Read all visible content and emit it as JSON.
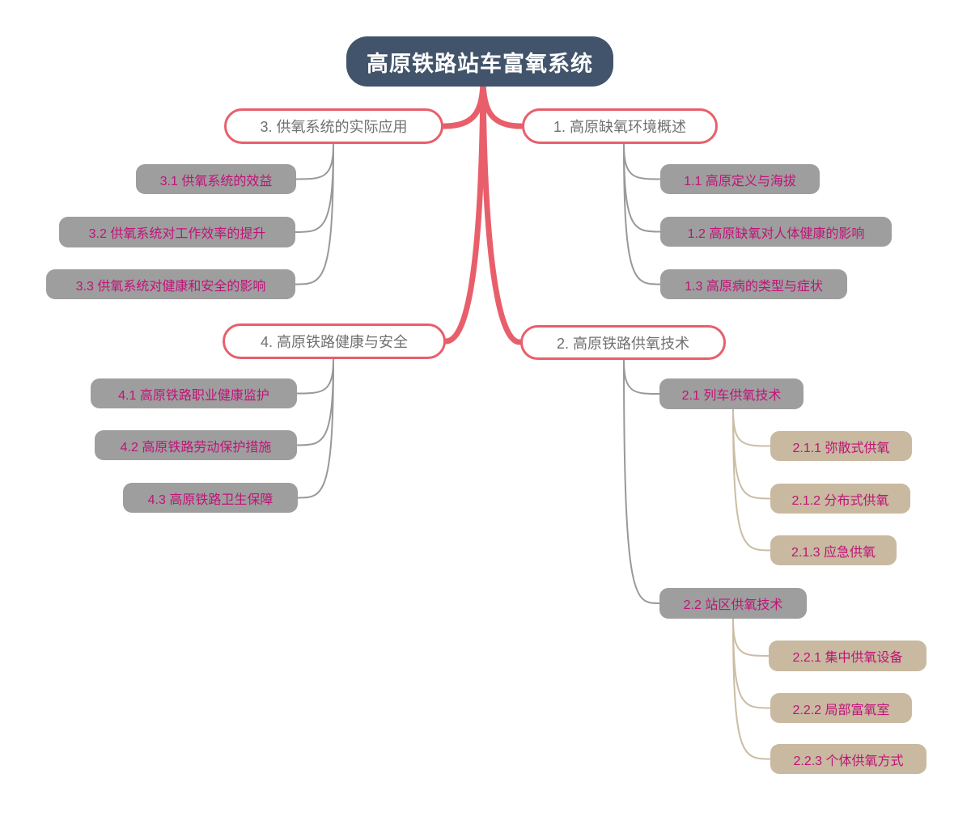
{
  "title": "高原铁路站车富氧系统",
  "colors": {
    "bg": "#FFFFFF",
    "root_bg": "#42546B",
    "root_text": "#FFFFFF",
    "red": "#E85F6B",
    "branch_text": "#707070",
    "gray_box": "#9E9E9E",
    "tan_box": "#C8B9A0",
    "magenta": "#C01379",
    "gray_line": "#999999",
    "tan_line": "#CBBDA4"
  },
  "mindmap": {
    "root": {
      "label": "高原铁路站车富氧系统"
    },
    "branches": [
      {
        "label": "1. 高原缺氧环境概述",
        "children": [
          {
            "label": "1.1 高原定义与海拔"
          },
          {
            "label": "1.2 高原缺氧对人体健康的影响"
          },
          {
            "label": "1.3 高原病的类型与症状"
          }
        ]
      },
      {
        "label": "2. 高原铁路供氧技术",
        "children": [
          {
            "label": "2.1 列车供氧技术",
            "children": [
              {
                "label": "2.1.1 弥散式供氧"
              },
              {
                "label": "2.1.2 分布式供氧"
              },
              {
                "label": "2.1.3 应急供氧"
              }
            ]
          },
          {
            "label": "2.2 站区供氧技术",
            "children": [
              {
                "label": "2.2.1 集中供氧设备"
              },
              {
                "label": "2.2.2 局部富氧室"
              },
              {
                "label": "2.2.3 个体供氧方式"
              }
            ]
          }
        ]
      },
      {
        "label": "3. 供氧系统的实际应用",
        "children": [
          {
            "label": "3.1 供氧系统的效益"
          },
          {
            "label": "3.2 供氧系统对工作效率的提升"
          },
          {
            "label": "3.3 供氧系统对健康和安全的影响"
          }
        ]
      },
      {
        "label": "4. 高原铁路健康与安全",
        "children": [
          {
            "label": "4.1 高原铁路职业健康监护"
          },
          {
            "label": "4.2 高原铁路劳动保护措施"
          },
          {
            "label": "4.3 高原铁路卫生保障"
          }
        ]
      }
    ]
  }
}
